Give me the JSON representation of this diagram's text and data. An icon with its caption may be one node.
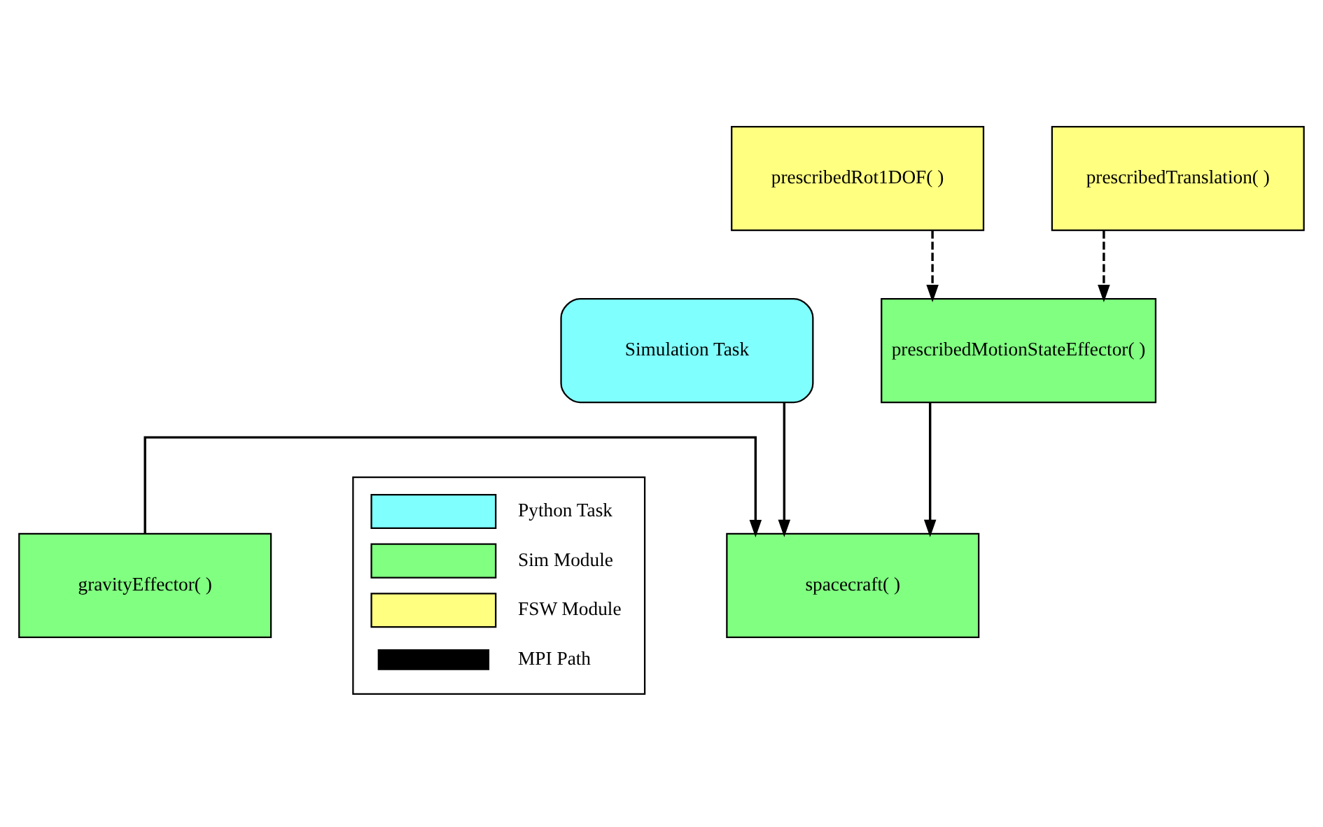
{
  "diagram": {
    "nodes": [
      {
        "text": [
          "Simulation Task"
        ]
      },
      {
        "text": [
          "spacecraft( )"
        ]
      },
      {
        "text": [
          "gravityEffector( )"
        ]
      },
      {
        "text": [
          "prescribedMotionStateEffector( )"
        ]
      },
      {
        "text": [
          "prescribedRot1DOF( )"
        ]
      },
      {
        "text": [
          "prescribedTranslation( )"
        ]
      }
    ],
    "edges": [
      {
        "from": 0,
        "to": 1,
        "arrow": "to"
      },
      {
        "from": 2,
        "to": 1,
        "arrow": "to"
      },
      {
        "from": 3,
        "to": 1,
        "arrow": "to"
      },
      {
        "from": 4,
        "to": 3,
        "arrow": "to",
        "style": "dashed"
      },
      {
        "from": 5,
        "to": 3,
        "arrow": "to",
        "style": "dashed"
      }
    ],
    "legend": [
      {
        "text": "Python Task",
        "color": "#80ffff"
      },
      {
        "text": "Sim Module",
        "color": "#80ff80"
      },
      {
        "text": "FSW Module",
        "color": "#ffff80"
      },
      {
        "text": "MPI Path"
      }
    ]
  }
}
